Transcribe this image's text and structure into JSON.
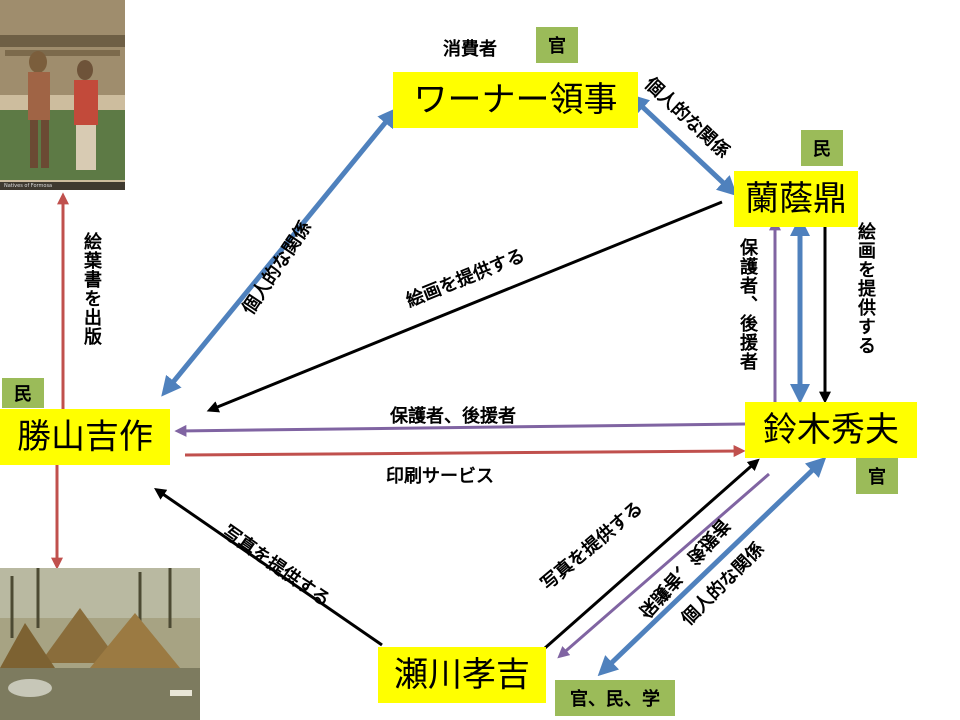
{
  "nodes": {
    "warner": "ワーナー領事",
    "ransoding": "蘭蔭鼎",
    "katsuyama": "勝山吉作",
    "suzuki": "鈴木秀夫",
    "segawa": "瀬川孝吉"
  },
  "tags": {
    "consumer_text": "消費者",
    "consumer_tag": "官",
    "ransoding_tag": "民",
    "katsuyama_tag": "民",
    "suzuki_tag": "官",
    "segawa_tag": "官、民、学"
  },
  "edges": {
    "warner_ran_personal": "個人的な関係",
    "katsuyama_warner_personal": "個人的な関係",
    "ran_to_katsuyama_paint": "絵画を提供する",
    "ran_suzuki_patron": "保護者、後援者",
    "ran_to_suzuki_paint": "絵画を提供する",
    "suzuki_to_katsuyama_patron": "保護者、後援者",
    "katsuyama_to_suzuki_print": "印刷サービス",
    "segawa_to_katsuyama_photo": "写真を提供する",
    "segawa_to_suzuki_photo": "写真を提供する",
    "suzuki_to_segawa_patron": "保護者、後援者",
    "suzuki_segawa_personal": "個人的な関係",
    "katsuyama_postcard": "絵葉書を出版"
  },
  "images": {
    "top_photo_caption": "Natives of Formosa"
  },
  "colors": {
    "node_bg": "#ffff00",
    "tag_bg": "#9bbb59",
    "blue": "#4f81bd",
    "red": "#c0504d",
    "purple": "#8064a2",
    "black": "#000000"
  }
}
